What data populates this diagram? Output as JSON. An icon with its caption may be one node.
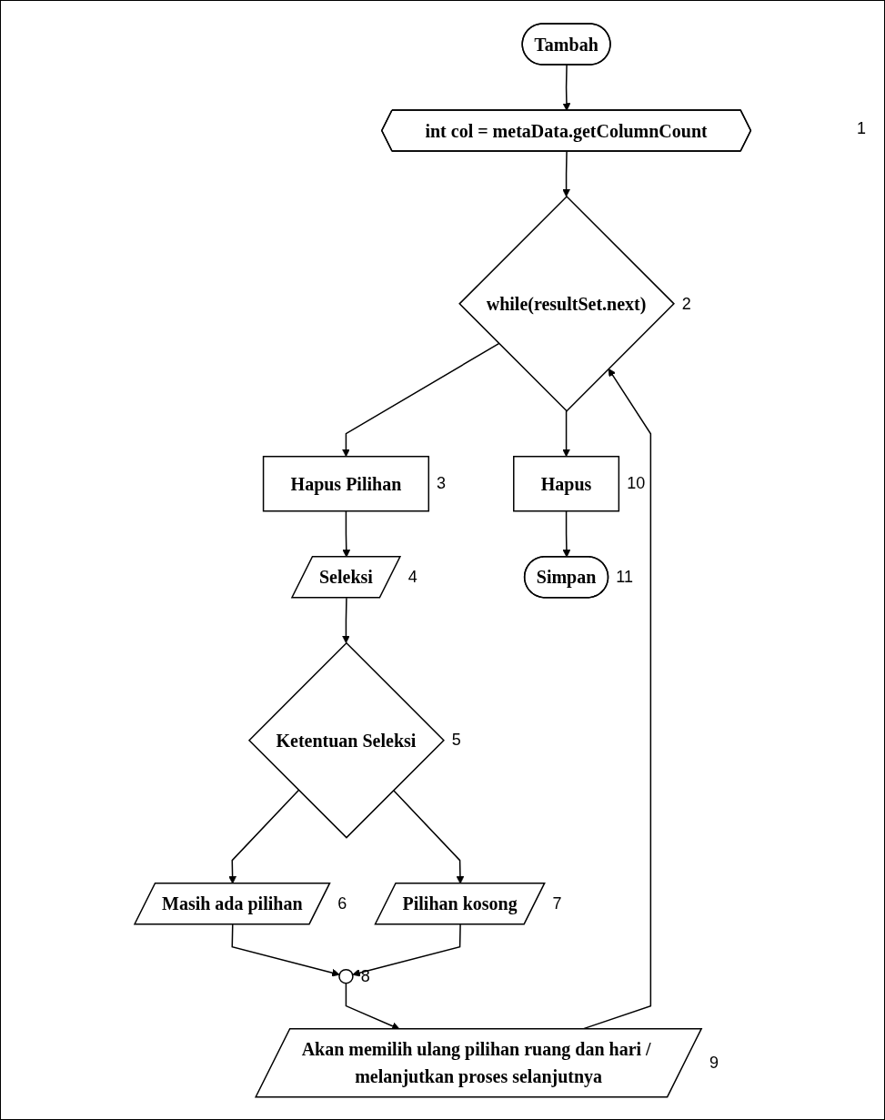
{
  "diagram": {
    "nodes": [
      {
        "text": [
          "Tambah"
        ]
      },
      {
        "text": [
          "int col = metaData.getColumnCount"
        ]
      },
      {
        "text": [
          "while(resultSet.next)"
        ],
        "beside": [
          "2"
        ]
      },
      {
        "text": [
          "Hapus Pilihan"
        ],
        "beside": [
          "3"
        ]
      },
      {
        "text": [
          "Seleksi"
        ],
        "beside": [
          "4"
        ]
      },
      {
        "text": [
          "Ketentuan Seleksi"
        ],
        "beside": [
          "5"
        ]
      },
      {
        "text": [
          "Masih ada pilihan"
        ],
        "beside": [
          "6"
        ]
      },
      {
        "text": [
          "Pilihan kosong"
        ],
        "beside": [
          "7"
        ]
      },
      {
        "text": [],
        "shape": "circle",
        "beside": [
          "8"
        ]
      },
      {
        "text": [
          "Akan memilih ulang pilihan ruang dan hari / melanjutkan proses selanjutnya"
        ],
        "beside": [
          "9"
        ]
      },
      {
        "text": [
          "Hapus"
        ],
        "beside": [
          "10"
        ]
      },
      {
        "text": [
          "Simpan"
        ],
        "beside": [
          "11"
        ]
      }
    ],
    "edges": [
      {
        "from": 0,
        "to": 1,
        "arrow": "to"
      },
      {
        "from": 1,
        "to": 2,
        "arrow": "to"
      },
      {
        "from": 2,
        "to": 3,
        "arrow": "to"
      },
      {
        "from": 2,
        "to": 10,
        "arrow": "to"
      },
      {
        "from": 3,
        "to": 4,
        "arrow": "to"
      },
      {
        "from": 4,
        "to": 5,
        "arrow": "to"
      },
      {
        "from": 5,
        "to": 6,
        "arrow": "to"
      },
      {
        "from": 5,
        "to": 7,
        "arrow": "to"
      },
      {
        "from": 6,
        "to": 8,
        "arrow": "to"
      },
      {
        "from": 7,
        "to": 8,
        "arrow": "to"
      },
      {
        "from": 8,
        "to": 9,
        "arrow": "to"
      },
      {
        "from": 9,
        "to": 2,
        "arrow": "to"
      },
      {
        "from": 10,
        "to": 11,
        "arrow": "to"
      }
    ],
    "labels": [
      "1"
    ]
  }
}
